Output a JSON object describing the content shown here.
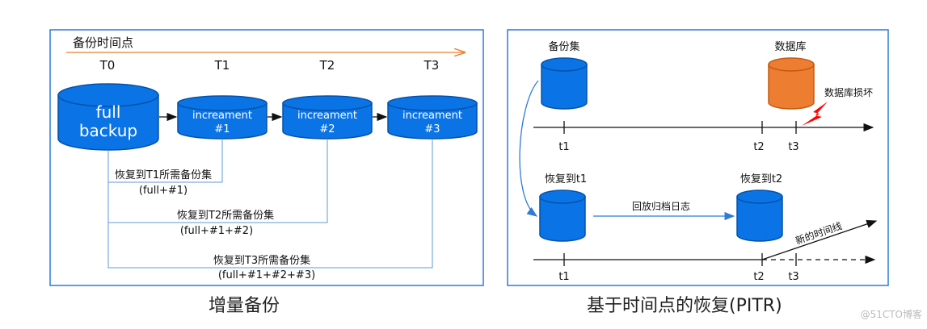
{
  "colors": {
    "frame": "#2e7bd6",
    "cyl_fill": "#0a73e6",
    "cyl_dark": "#0553a8",
    "db_fill": "#ed7d31",
    "db_dark": "#c55a11",
    "timeline_arrow": "#ed7d31",
    "bolt": "#ff0000"
  },
  "left": {
    "timeline_label": "备份时间点",
    "time_points": [
      "T0",
      "T1",
      "T2",
      "T3"
    ],
    "full_backup": [
      "full",
      "backup"
    ],
    "increments": [
      {
        "line1": "increament",
        "line2": "#1"
      },
      {
        "line1": "increament",
        "line2": "#2"
      },
      {
        "line1": "increament",
        "line2": "#3"
      }
    ],
    "restore_sets": [
      {
        "title": "恢复到T1所需备份集",
        "formula": "(full+#1)"
      },
      {
        "title": "恢复到T2所需备份集",
        "formula": "(full+#1+#2)"
      },
      {
        "title": "恢复到T3所需备份集",
        "formula": "(full+#1+#2+#3)"
      }
    ],
    "caption": "增量备份"
  },
  "right": {
    "backup_set_label": "备份集",
    "database_label": "数据库",
    "damage_label": "数据库损坏",
    "top_ticks": [
      "t1",
      "t2",
      "t3"
    ],
    "restore_t1_label": "恢复到t1",
    "restore_t2_label": "恢复到t2",
    "replay_label": "回放归档日志",
    "new_timeline_label": "新的时间线",
    "bottom_ticks": [
      "t1",
      "t2",
      "t3"
    ],
    "caption": "基于时间点的恢复(PITR)"
  },
  "watermark": "@51CTO博客"
}
